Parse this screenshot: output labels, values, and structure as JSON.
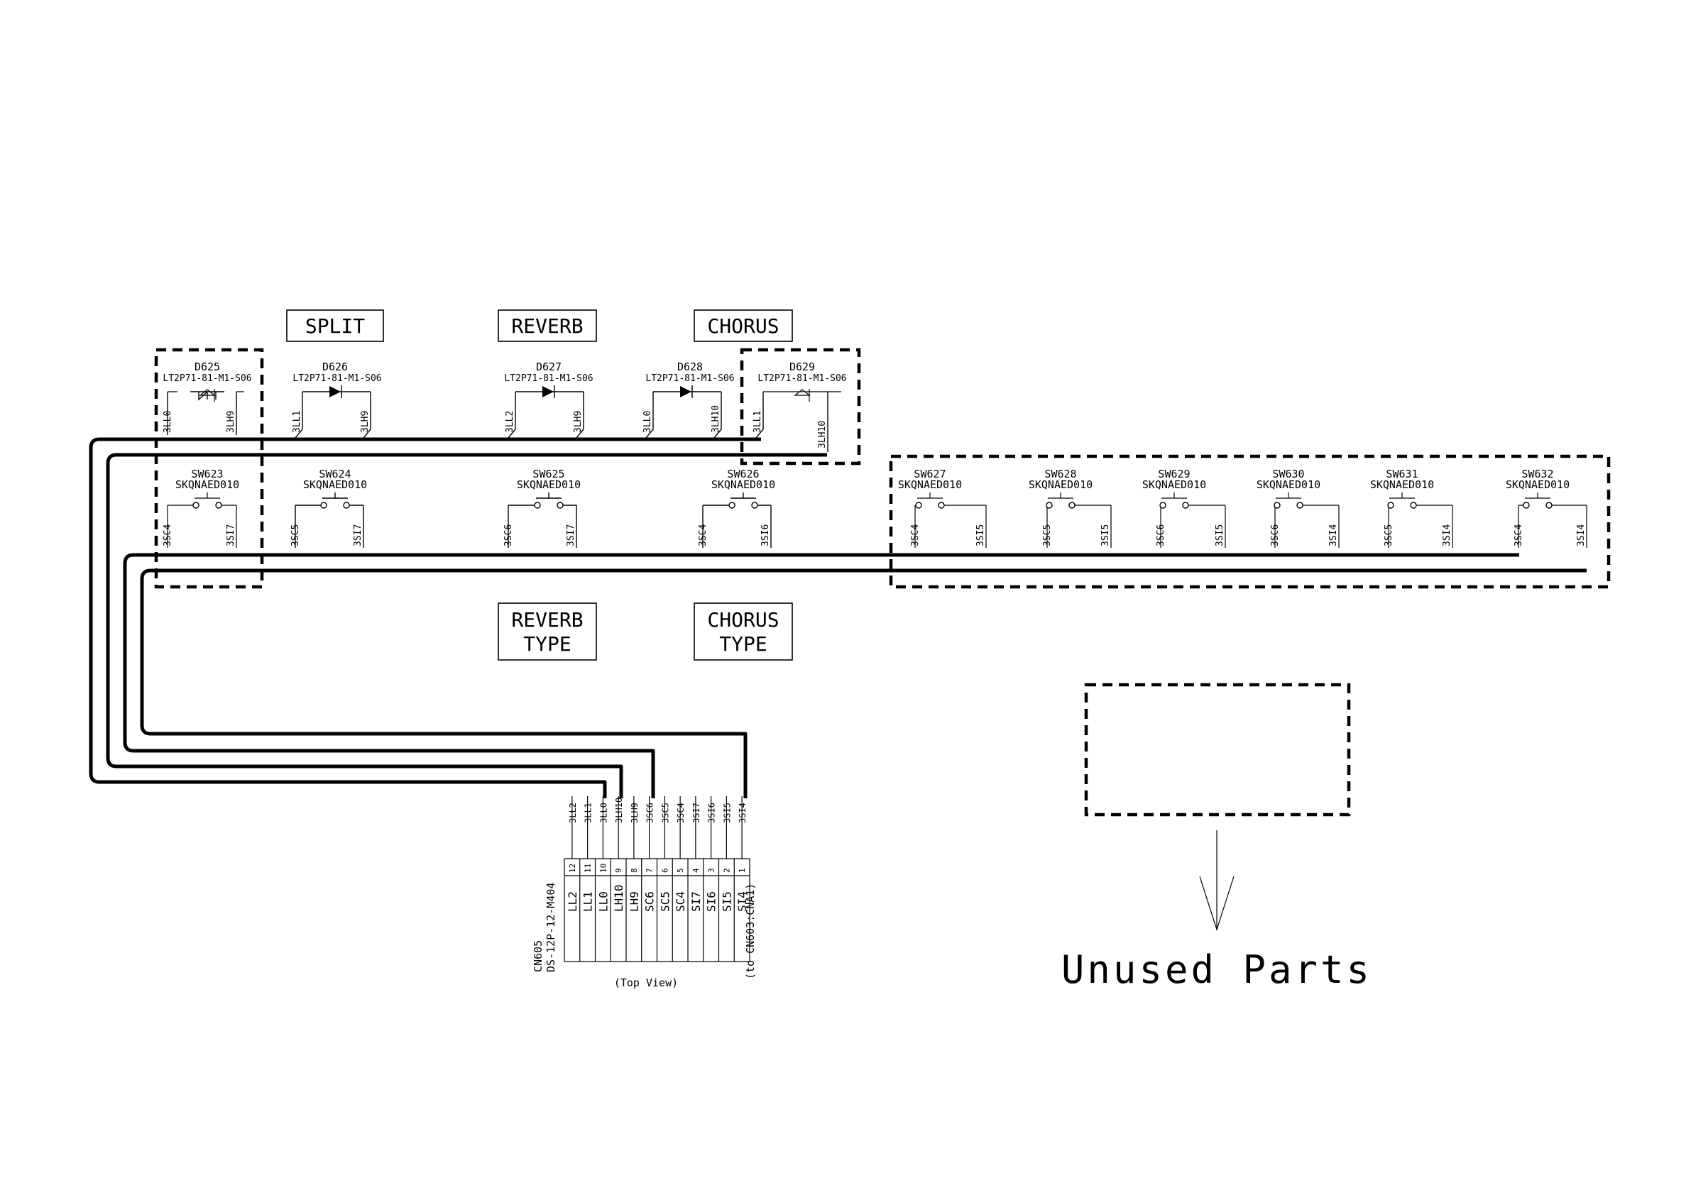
{
  "panel_labels": {
    "split": "SPLIT",
    "reverb": "REVERB",
    "chorus": "CHORUS",
    "reverb_type_1": "REVERB",
    "reverb_type_2": "TYPE",
    "chorus_type_1": "CHORUS",
    "chorus_type_2": "TYPE"
  },
  "leds": [
    {
      "ref": "D625",
      "part": "LT2P71-81-M1-S06",
      "pin_a": "3LL0",
      "pin_b": "3LH9"
    },
    {
      "ref": "D626",
      "part": "LT2P71-81-M1-S06",
      "pin_a": "3LL1",
      "pin_b": "3LH9"
    },
    {
      "ref": "D627",
      "part": "LT2P71-81-M1-S06",
      "pin_a": "3LL2",
      "pin_b": "3LH9"
    },
    {
      "ref": "D628",
      "part": "LT2P71-81-M1-S06",
      "pin_a": "3LL0",
      "pin_b": "3LH10"
    },
    {
      "ref": "D629",
      "part": "LT2P71-81-M1-S06",
      "pin_a": "3LL1",
      "pin_b": "3LH10"
    }
  ],
  "switches": [
    {
      "ref": "SW623",
      "part": "SKQNAED010",
      "pin_a": "3SC4",
      "pin_b": "3SI7"
    },
    {
      "ref": "SW624",
      "part": "SKQNAED010",
      "pin_a": "3SC5",
      "pin_b": "3SI7"
    },
    {
      "ref": "SW625",
      "part": "SKQNAED010",
      "pin_a": "3SC6",
      "pin_b": "3SI7"
    },
    {
      "ref": "SW626",
      "part": "SKQNAED010",
      "pin_a": "3SC4",
      "pin_b": "3SI6"
    },
    {
      "ref": "SW627",
      "part": "SKQNAED010",
      "pin_a": "3SC4",
      "pin_b": "3SI5"
    },
    {
      "ref": "SW628",
      "part": "SKQNAED010",
      "pin_a": "3SC5",
      "pin_b": "3SI5"
    },
    {
      "ref": "SW629",
      "part": "SKQNAED010",
      "pin_a": "3SC6",
      "pin_b": "3SI5"
    },
    {
      "ref": "SW630",
      "part": "SKQNAED010",
      "pin_a": "3SC6",
      "pin_b": "3SI4"
    },
    {
      "ref": "SW631",
      "part": "SKQNAED010",
      "pin_a": "3SC5",
      "pin_b": "3SI4"
    },
    {
      "ref": "SW632",
      "part": "SKQNAED010",
      "pin_a": "3SC4",
      "pin_b": "3SI4"
    }
  ],
  "connector": {
    "ref": "CN605",
    "part": "DS-12P-12-M404",
    "view": "(Top View)",
    "destination": "(to CN603:CNA1)",
    "pins": [
      {
        "num": "12",
        "signal": "LL2",
        "net": "3LL2"
      },
      {
        "num": "11",
        "signal": "LL1",
        "net": "3LL1"
      },
      {
        "num": "10",
        "signal": "LL0",
        "net": "3LL0"
      },
      {
        "num": "9",
        "signal": "LH10",
        "net": "3LH10"
      },
      {
        "num": "8",
        "signal": "LH9",
        "net": "3LH9"
      },
      {
        "num": "7",
        "signal": "SC6",
        "net": "3SC6"
      },
      {
        "num": "6",
        "signal": "SC5",
        "net": "3SC5"
      },
      {
        "num": "5",
        "signal": "SC4",
        "net": "3SC4"
      },
      {
        "num": "4",
        "signal": "SI7",
        "net": "3SI7"
      },
      {
        "num": "3",
        "signal": "SI6",
        "net": "3SI6"
      },
      {
        "num": "2",
        "signal": "SI5",
        "net": "3SI5"
      },
      {
        "num": "1",
        "signal": "SI4",
        "net": "3SI4"
      }
    ]
  },
  "unused_label": "Unused Parts"
}
